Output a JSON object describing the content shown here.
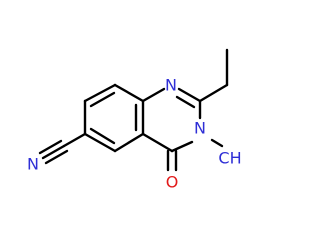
{
  "molecule": {
    "atoms": [
      {
        "id": "n1",
        "symbol": "N",
        "color": "#2f2fd6"
      },
      {
        "id": "n3",
        "symbol": "N",
        "color": "#2f2fd6"
      },
      {
        "id": "me",
        "symbol": "CH",
        "color": "#2f2fd6"
      },
      {
        "id": "o4",
        "symbol": "O",
        "color": "#e21a1a"
      },
      {
        "id": "ncn",
        "symbol": "N",
        "color": "#2f2fd6"
      }
    ]
  }
}
